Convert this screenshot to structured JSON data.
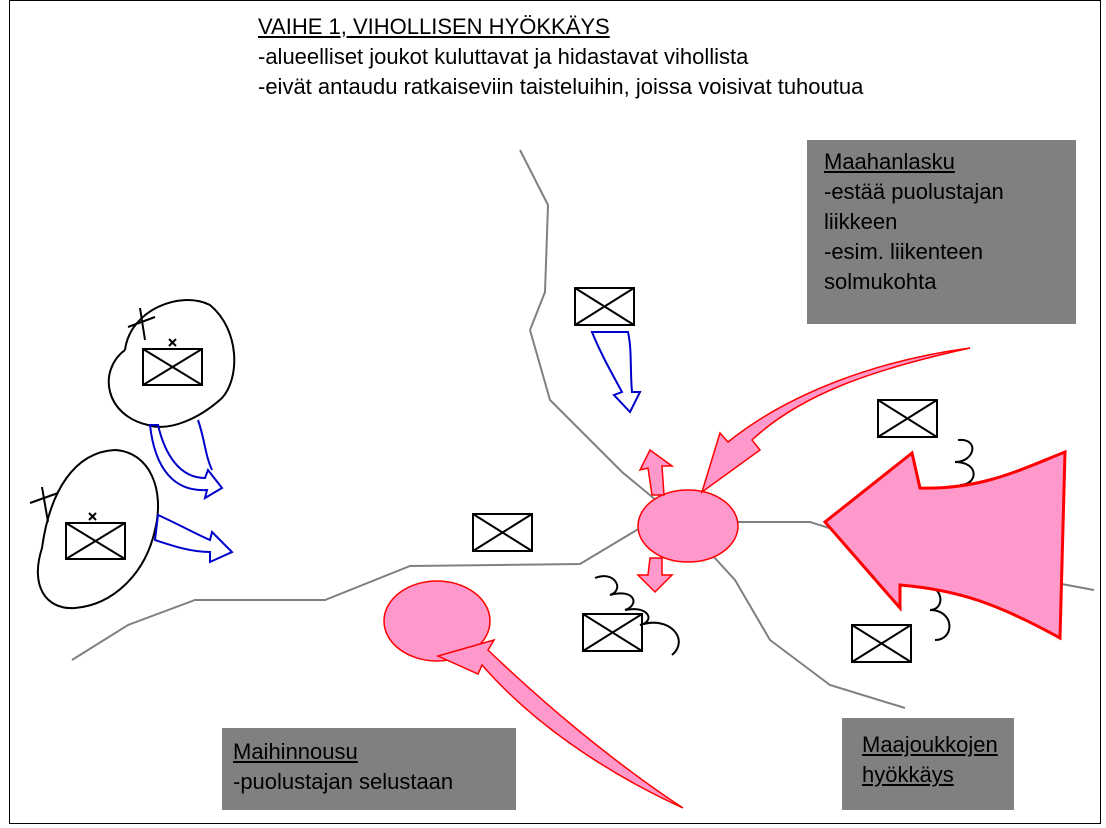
{
  "title": "VAIHE 1, VIHOLLISEN HYÖKKÄYS",
  "bullets": [
    "-alueelliset joukot kuluttavat ja hidastavat vihollista",
    "-eivät antaudu ratkaiseviin taisteluihin, joissa voisivat tuhoutua"
  ],
  "boxes": {
    "airborne": {
      "title": "Maahanlasku",
      "lines": [
        "-estää puolustajan",
        "liikkeen",
        "-esim. liikenteen",
        "solmukohta"
      ]
    },
    "amphibious": {
      "title": "Maihinnousu",
      "lines": [
        "-puolustajan selustaan"
      ]
    },
    "ground": {
      "title": "Maajoukkojen",
      "lines": [
        "hyökkäys"
      ]
    }
  },
  "colors": {
    "enemy_fill": "#ff99cc",
    "enemy_stroke": "#ff0000",
    "friendly_arrow": "#0000cc",
    "road": "#808080",
    "label_box": "#808080"
  }
}
